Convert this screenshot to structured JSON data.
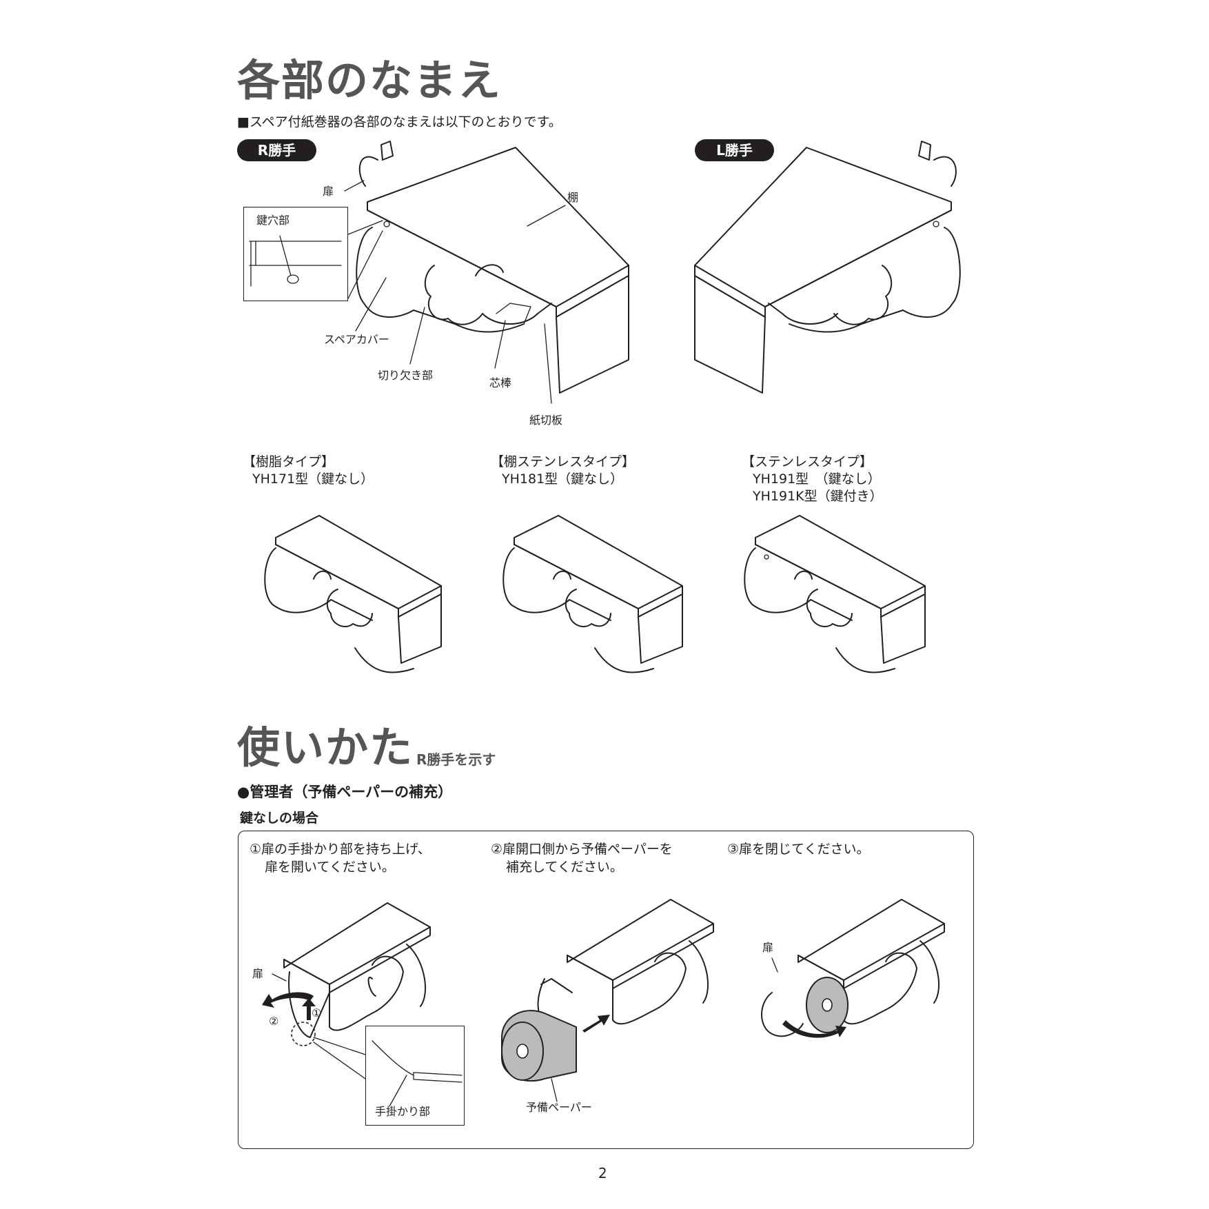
{
  "section1": {
    "title": "各部のなまえ",
    "lead": "■スペア付紙巻器の各部のなまえは以下のとおりです。",
    "r_hand": "R勝手",
    "l_hand": "L勝手",
    "parts": {
      "door": "扉",
      "keyhole": "鍵穴部",
      "shelf": "棚",
      "spare_cover": "スペアカバー",
      "notch": "切り欠き部",
      "core_rod": "芯棒",
      "cutter": "紙切板"
    },
    "types": [
      {
        "title": "【樹脂タイプ】",
        "lines": [
          "YH171型（鍵なし）"
        ]
      },
      {
        "title": "【棚ステンレスタイプ】",
        "lines": [
          "YH181型（鍵なし）"
        ]
      },
      {
        "title": "【ステンレスタイプ】",
        "lines": [
          "YH191型　（鍵なし）",
          "YH191K型（鍵付き）"
        ]
      }
    ]
  },
  "section2": {
    "title": "使いかた",
    "note": "R勝手を示す",
    "subtitle": "●管理者（予備ペーパーの補充）",
    "case": "鍵なしの場合",
    "steps": [
      {
        "line1": "①扉の手掛かり部を持ち上げ、",
        "line2": "扉を開いてください。"
      },
      {
        "line1": "②扉開口側から予備ペーパーを",
        "line2": "補充してください。"
      },
      {
        "line1": "③扉を閉じてください。",
        "line2": ""
      }
    ],
    "labels": {
      "door_a": "扉",
      "door_b": "扉",
      "grip": "手掛かり部",
      "spare_paper": "予備ペーパー",
      "mark1": "①",
      "mark2": "②"
    }
  },
  "page_number": "2"
}
